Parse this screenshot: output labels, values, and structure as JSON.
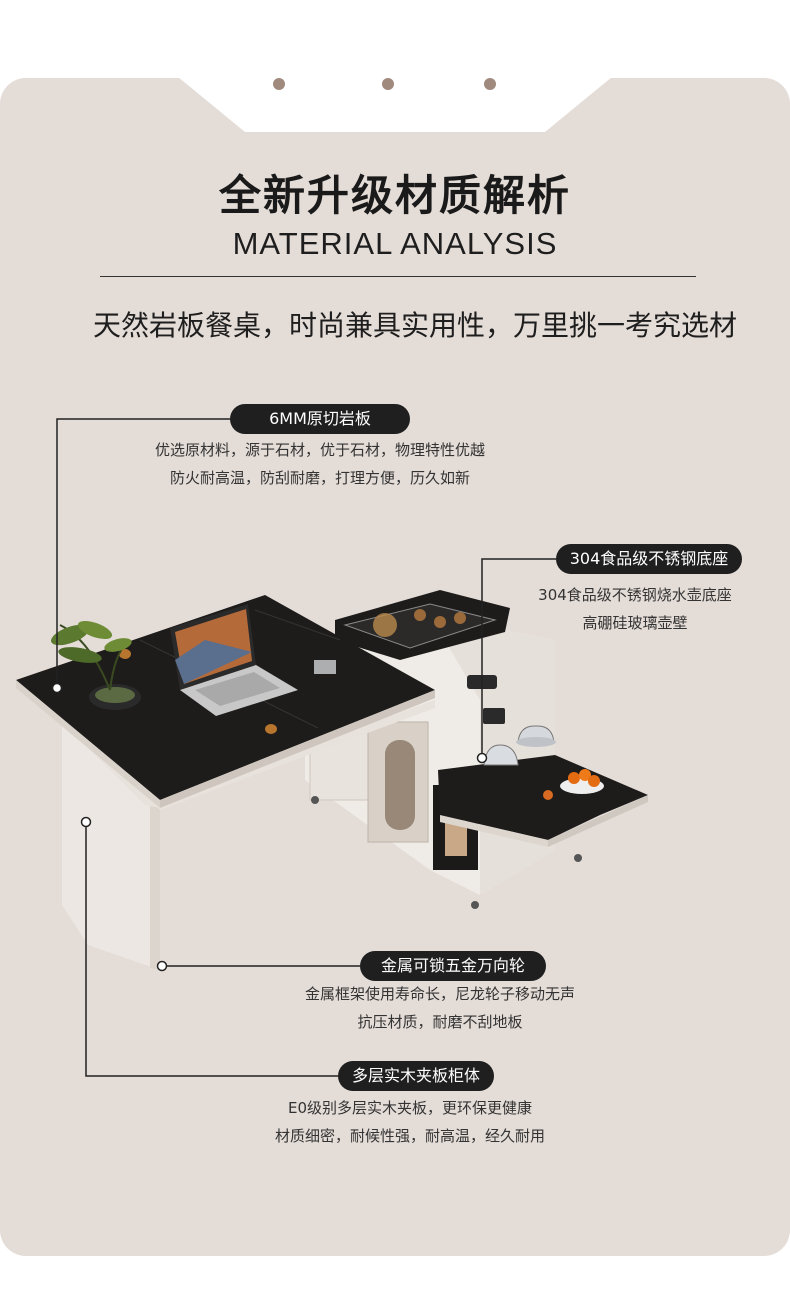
{
  "header": {
    "title_cn": "全新升级材质解析",
    "title_en": "MATERIAL ANALYSIS",
    "subtitle": "天然岩板餐桌，时尚兼具实用性，万里挑一考究选材"
  },
  "features": [
    {
      "label": "6MM原切岩板",
      "lines": [
        "优选原材料，源于石材，优于石材，物理特性优越",
        "防火耐高温，防刮耐磨，打理方便，历久如新"
      ]
    },
    {
      "label": "304食品级不锈钢底座",
      "lines": [
        "304食品级不锈钢烧水壶底座",
        "高硼硅玻璃壶壁"
      ]
    },
    {
      "label": "金属可锁五金万向轮",
      "lines": [
        "金属框架使用寿命长，尼龙轮子移动无声",
        "抗压材质，耐磨不刮地板"
      ]
    },
    {
      "label": "多层实木夹板柜体",
      "lines": [
        "E0级别多层实木夹板，更环保更健康",
        "材质细密，耐候性强，耐高温，经久耐用"
      ]
    }
  ],
  "colors": {
    "panel": "#e4dcd7",
    "pill": "#1f1f1f",
    "stone": "#231f20",
    "cabinet": "#ece7e2",
    "accent_dot": "#a08a7e"
  }
}
